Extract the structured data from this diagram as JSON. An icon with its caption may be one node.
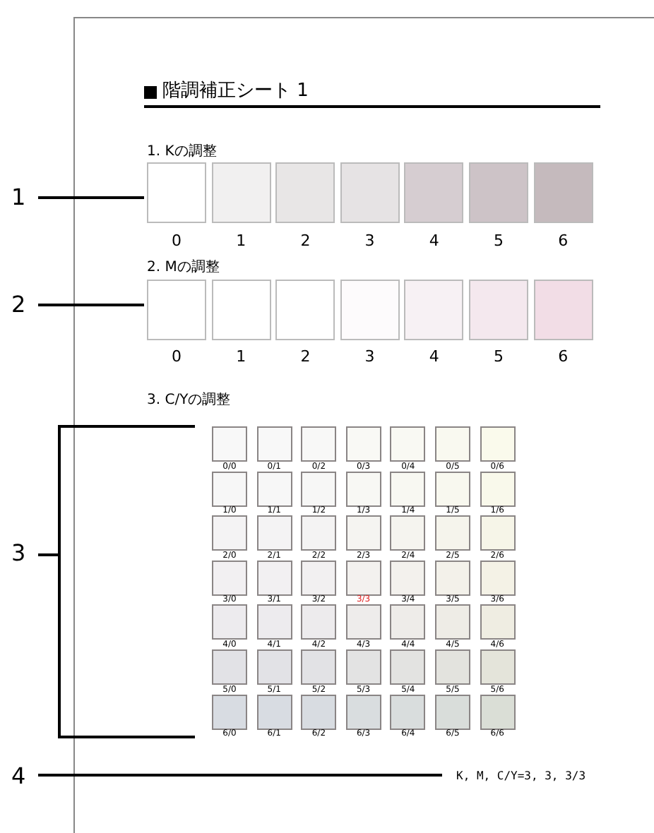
{
  "diagram": {
    "title": "階調補正シート 1",
    "nodes": [
      {
        "text": [
          "1"
        ]
      },
      {
        "text": [],
        "shape": "box",
        "beside": [
          "1. Kの調整"
        ]
      },
      {
        "text": [
          "2"
        ]
      },
      {
        "text": [],
        "shape": "box",
        "beside": [
          "2. Mの調整"
        ]
      },
      {
        "text": [
          "3"
        ]
      },
      {
        "text": [],
        "shape": "box",
        "beside": [
          "3. C/Yの調整"
        ]
      },
      {
        "text": [
          "4"
        ]
      },
      {
        "text": [
          "K, M, C/Y=3, 3, 3/3"
        ]
      }
    ],
    "edges": [
      {
        "from": 0,
        "to": 1,
        "arrow": "none"
      },
      {
        "from": 2,
        "to": 3,
        "arrow": "none"
      },
      {
        "from": 4,
        "to": 5,
        "arrow": "none"
      },
      {
        "from": 6,
        "to": 7,
        "arrow": "none"
      }
    ],
    "labels": [
      "0",
      "1",
      "2",
      "3",
      "4",
      "5",
      "6",
      "0",
      "1",
      "2",
      "3",
      "4",
      "5",
      "6",
      "0/0",
      "0/1",
      "0/2",
      "0/3",
      "0/4",
      "0/5",
      "0/6",
      "1/0",
      "1/1",
      "1/2",
      "1/3",
      "1/4",
      "1/5",
      "1/6",
      "2/0",
      "2/1",
      "2/2",
      "2/3",
      "2/4",
      "2/5",
      "2/6",
      "3/0",
      "3/1",
      "3/2",
      "3/3",
      "3/4",
      "3/5",
      "3/6",
      "4/0",
      "4/1",
      "4/2",
      "4/3",
      "4/4",
      "4/5",
      "4/6",
      "5/0",
      "5/1",
      "5/2",
      "5/3",
      "5/4",
      "5/5",
      "5/6",
      "6/0",
      "6/1",
      "6/2",
      "6/3",
      "6/4",
      "6/5",
      "6/6"
    ]
  }
}
